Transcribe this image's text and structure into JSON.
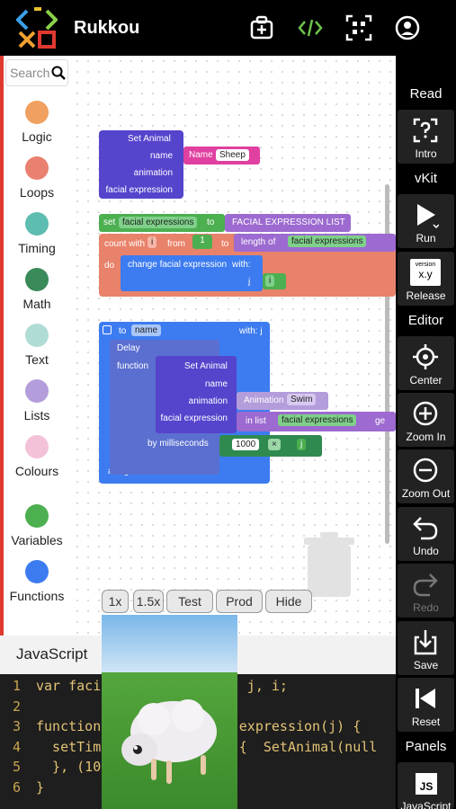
{
  "app": {
    "title": "Rukkou"
  },
  "search": {
    "placeholder": "Search"
  },
  "categories": [
    {
      "label": "Logic",
      "color": "#f0a060"
    },
    {
      "label": "Loops",
      "color": "#ea8070"
    },
    {
      "label": "Timing",
      "color": "#5dbdb0"
    },
    {
      "label": "Math",
      "color": "#3a8a5a"
    },
    {
      "label": "Text",
      "color": "#b0dcd6"
    },
    {
      "label": "Lists",
      "color": "#b39ddb"
    },
    {
      "label": "Colours",
      "color": "#f4c2d8"
    },
    {
      "label": "Variables",
      "color": "#4caf50"
    },
    {
      "label": "Functions",
      "color": "#3d7cf0"
    }
  ],
  "blocks": {
    "set_animal": {
      "title": "Set Animal",
      "name": "name",
      "animation": "animation",
      "facial": "facial expression",
      "name_value_label": "Name",
      "name_value": "Sheep"
    },
    "set_var": {
      "set": "set",
      "var": "facial expressions",
      "to": "to",
      "list": "FACIAL EXPRESSION LIST"
    },
    "count": {
      "count_with": "count with",
      "i": "i",
      "from": "from",
      "one": "1",
      "to": "to",
      "length_of": "length of",
      "var": "facial expressions",
      "do": "do"
    },
    "call": {
      "label": "change facial expression",
      "with": "with:",
      "j": "j",
      "i": "i"
    },
    "func": {
      "to": "to",
      "name": "name",
      "with": "with: j",
      "delay": "Delay",
      "function": "function",
      "set_animal": "Set Animal",
      "animation": "animation",
      "facial": "facial expression",
      "anim_label": "Animation",
      "anim_value": "Swim",
      "in_list": "in list",
      "list_var": "facial expressions",
      "get": "ge",
      "by_ms": "by milliseconds",
      "ms_value": "1000",
      "times": "×",
      "j": "j",
      "assign": "assign the returned to?"
    }
  },
  "speed_buttons": [
    "1x",
    "1.5x",
    "Test",
    "Prod",
    "Hide"
  ],
  "code_panel": {
    "title": "JavaScript",
    "lines": [
      {
        "n": "1",
        "text": "var faci                  j, i;"
      },
      {
        "n": "2",
        "text": ""
      },
      {
        "n": "3",
        "text": "function                 expression(j) {"
      },
      {
        "n": "4",
        "text": "  setTim                 {  SetAnimal(null"
      },
      {
        "n": "5",
        "text": "  }, (10"
      },
      {
        "n": "6",
        "text": "}"
      }
    ]
  },
  "right_panel": {
    "read": "Read",
    "intro": "Intro",
    "vkit": "vKit",
    "run": "Run",
    "release": "Release",
    "version_label": "version",
    "version_value": "x.y",
    "editor": "Editor",
    "center": "Center",
    "zoom_in": "Zoom In",
    "zoom_out": "Zoom Out",
    "undo": "Undo",
    "redo": "Redo",
    "save": "Save",
    "reset": "Reset",
    "panels": "Panels",
    "javascript": "JavaScript",
    "js_badge": "JS"
  }
}
